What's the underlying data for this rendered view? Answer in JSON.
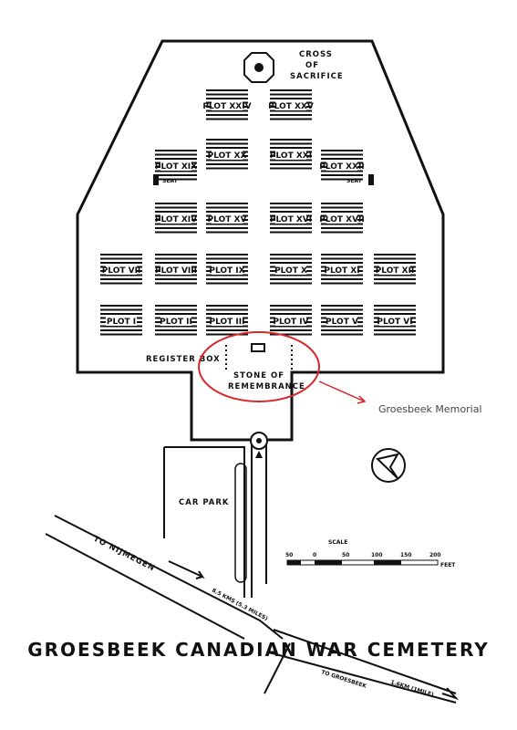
{
  "map": {
    "title": "GROESBEEK CANADIAN WAR CEMETERY",
    "labels": {
      "cross": [
        "CROSS",
        "OF",
        "SACRIFICE"
      ],
      "seat": "SEAT",
      "register_box": "REGISTER BOX",
      "stone": [
        "STONE OF",
        "REMEMBRANCE"
      ],
      "car_park": "CAR PARK",
      "to_nijmegen": "TO NIJMEGEN",
      "distance_nijmegen": "8.5 KMS (5.3 MILES)",
      "to_groesbeek": "TO GROESBEEK",
      "distance_groesbeek": "1.6KM (1MILE)"
    },
    "plots": [
      "PLOT I",
      "PLOT II",
      "PLOT III",
      "PLOT IV",
      "PLOT V",
      "PLOT VI",
      "PLOT VII",
      "PLOT VIII",
      "PLOT IX",
      "PLOT X",
      "PLOT XI",
      "PLOT XII",
      "PLOT XIV",
      "PLOT XV",
      "PLOT XVI",
      "PLOT XVII",
      "PLOT XIX",
      "PLOT XX",
      "PLOT XXI",
      "PLOT XXII",
      "PLOT XXIV",
      "PLOT XXV"
    ],
    "scale": {
      "title": "SCALE",
      "ticks": [
        "50",
        "0",
        "50",
        "100",
        "150",
        "200"
      ],
      "unit": "FEET"
    },
    "annotation": "Groesbeek Memorial",
    "annotation_color": "#d9262b"
  }
}
